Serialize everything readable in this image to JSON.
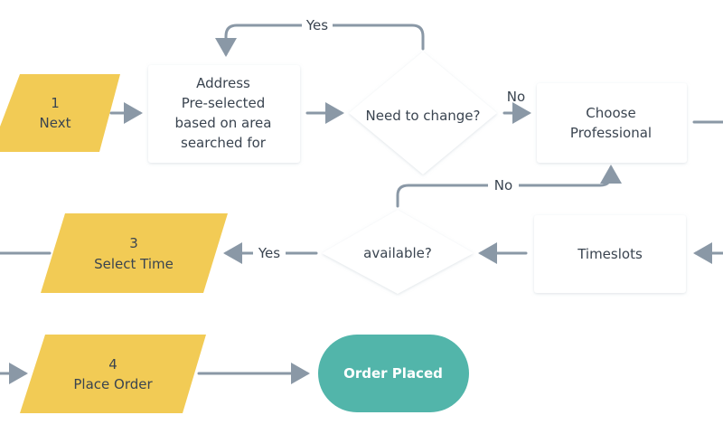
{
  "colors": {
    "io_fill": "#f2cb55",
    "terminal_fill": "#52b5aa",
    "connector": "#8a98a6",
    "text": "#3a4450",
    "box_fill": "#ffffff",
    "box_shadow": "#e9edf1"
  },
  "nodes": {
    "step1": {
      "number": "1",
      "label": "Next"
    },
    "address": {
      "lines": [
        "Address",
        "Pre-selected",
        "based on area",
        "searched for"
      ]
    },
    "need_change": {
      "label": "Need to change?"
    },
    "choose_pro": {
      "lines": [
        "Choose",
        "Professional"
      ]
    },
    "timeslots": {
      "label": "Timeslots"
    },
    "available": {
      "label": "available?"
    },
    "step3": {
      "number": "3",
      "label": "Select Time"
    },
    "step4": {
      "number": "4",
      "label": "Place Order"
    },
    "order_placed": {
      "label": "Order Placed"
    }
  },
  "edges": {
    "yes_top": "Yes",
    "no_right": "No",
    "no_loop": "No",
    "yes_left": "Yes"
  }
}
